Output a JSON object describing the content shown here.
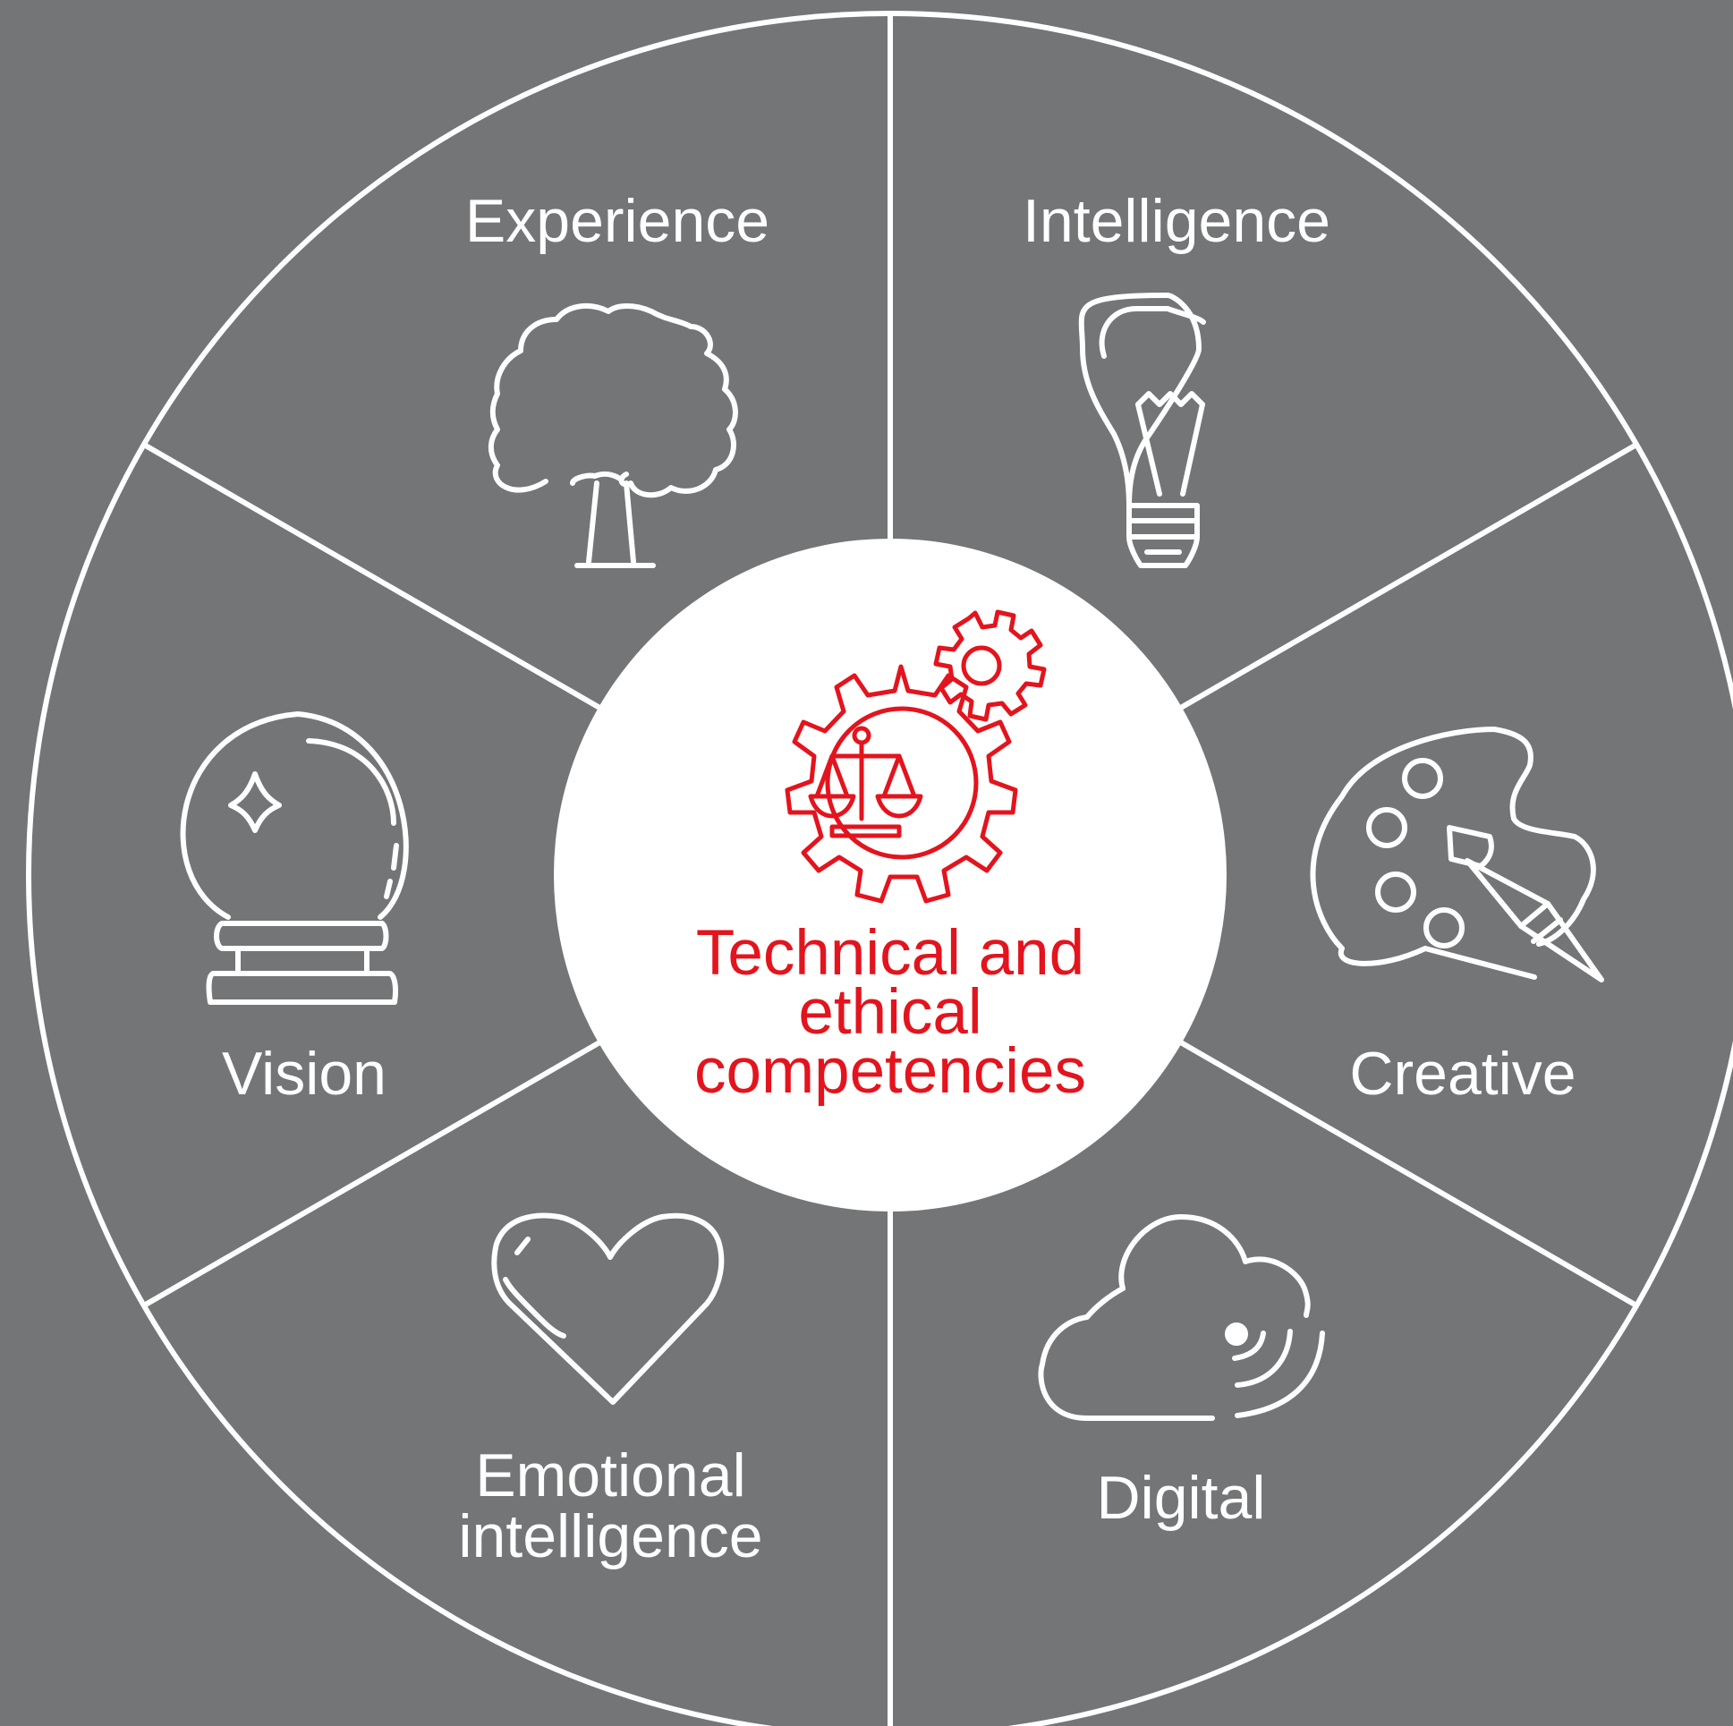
{
  "colors": {
    "background": "#747577",
    "stroke": "#ffffff",
    "center_fill": "#ffffff",
    "accent": "#e3141d"
  },
  "center": {
    "lines": [
      "Technical and",
      "ethical",
      "competencies"
    ],
    "icon": "gears-scales-icon"
  },
  "segments": [
    {
      "label": "Experience",
      "icon": "tree-icon"
    },
    {
      "label": "Intelligence",
      "icon": "lightbulb-icon"
    },
    {
      "label": "Creative",
      "icon": "palette-icon"
    },
    {
      "label": "Digital",
      "icon": "cloud-icon"
    },
    {
      "label_lines": [
        "Emotional",
        "intelligence"
      ],
      "icon": "heart-icon"
    },
    {
      "label": "Vision",
      "icon": "crystal-ball-icon"
    }
  ]
}
